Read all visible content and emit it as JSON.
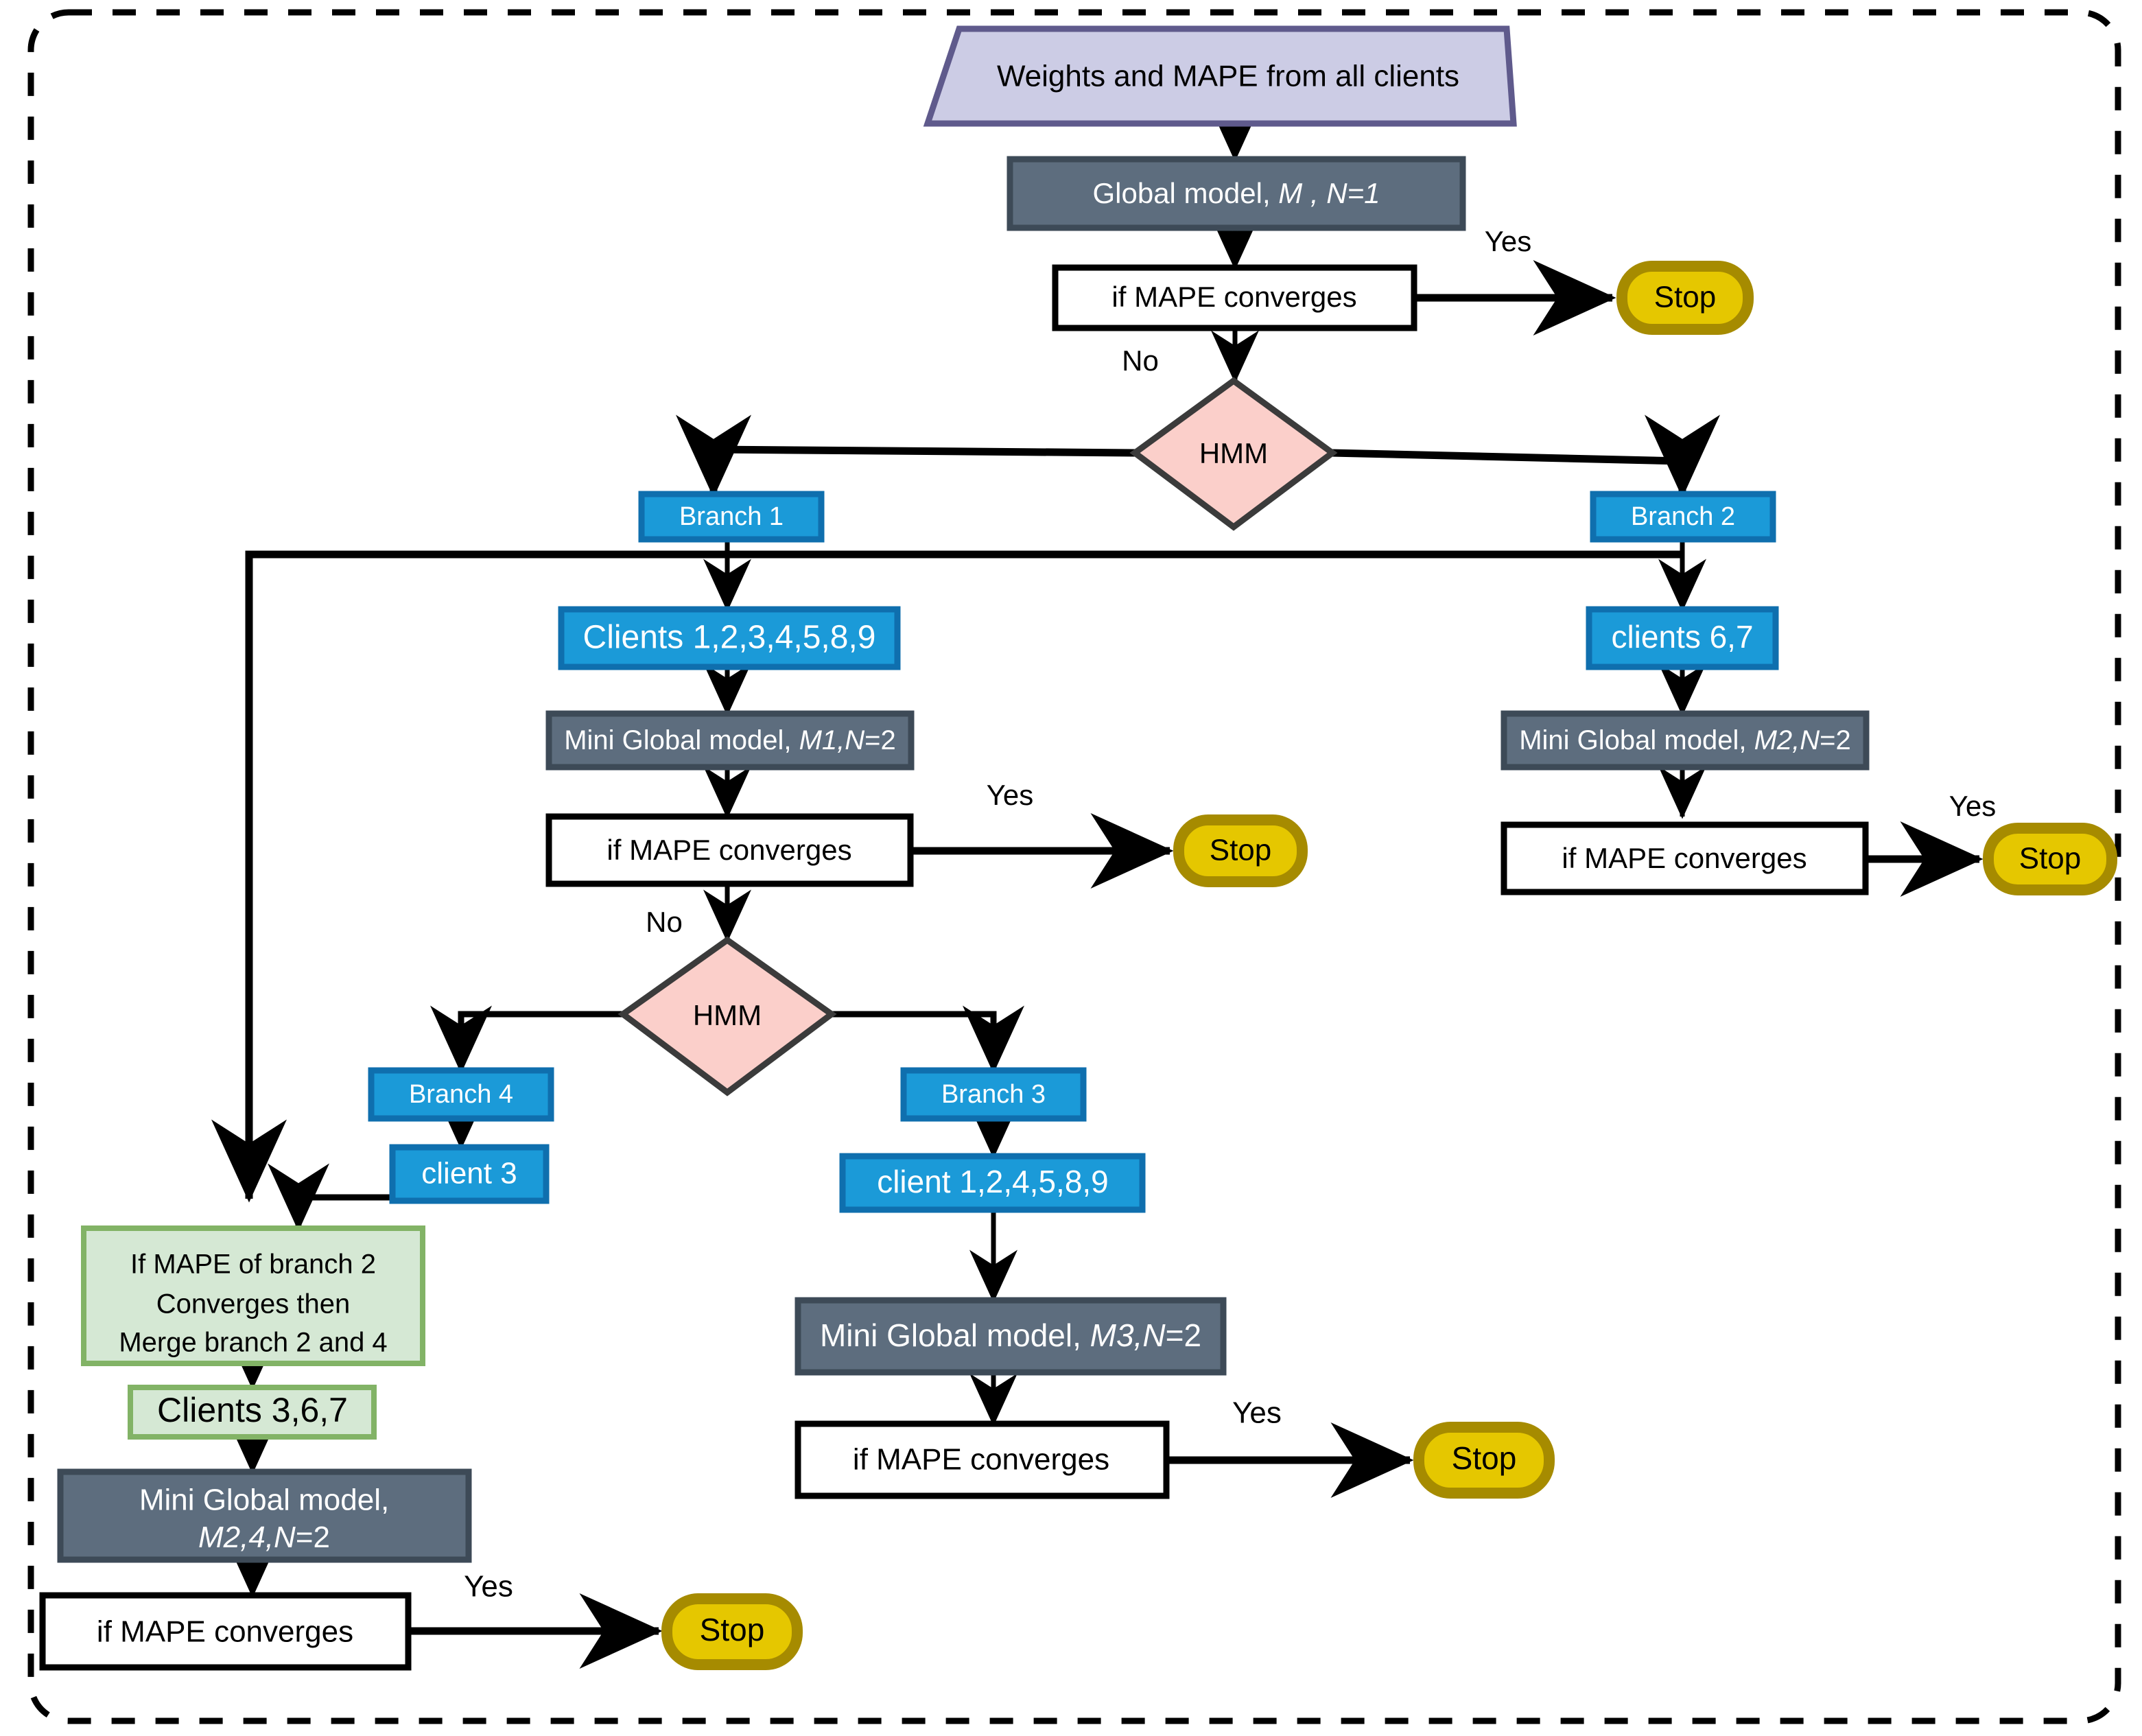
{
  "diagram": {
    "title": "Federated learning HMM branching flowchart",
    "border": {
      "style": "dashed",
      "color": "#000000"
    },
    "palette": {
      "parallelogram_fill": "#CCCCE5",
      "parallelogram_stroke": "#5F5A8C",
      "grey_fill": "#5D6D7E",
      "grey_stroke": "#3D4A57",
      "blue_fill": "#1B9AD8",
      "blue_stroke": "#0F6FAE",
      "pink_fill": "#FBCFCA",
      "pink_stroke": "#3B3B3B",
      "green_fill": "#D5E8D4",
      "green_stroke": "#82B366",
      "stop_fill": "#E5C700",
      "stop_stroke": "#A68B00",
      "white_fill": "#FFFFFF",
      "line_color": "#000000",
      "text_light": "#FFFFFF",
      "text_dark": "#000000"
    },
    "nodes": {
      "input_weights": "Weights and MAPE  from all clients",
      "global_model": "Global model, ",
      "global_model_italic": "M , N=1",
      "decision_1": "if MAPE converges",
      "stop_1": "Stop",
      "hmm_1": "HMM",
      "branch_1": "Branch 1",
      "branch_2": "Branch 2",
      "clients_b1": "Clients 1,2,3,4,5,8,9",
      "clients_b2": "clients 6,7",
      "mini_global_m1": "Mini Global model, ",
      "mini_global_m1_italic": "M1,N",
      "mini_global_m1_tail": "=2",
      "mini_global_m2": "Mini Global model, ",
      "mini_global_m2_italic": "M2,N",
      "mini_global_m2_tail": "=2",
      "decision_b1": "if MAPE converges",
      "decision_b2": "if MAPE converges",
      "stop_b1": "Stop",
      "stop_b2": "Stop",
      "hmm_2": "HMM",
      "branch_4": "Branch 4",
      "branch_3": "Branch 3",
      "client_3": "client 3",
      "clients_b3": "client 1,2,4,5,8,9",
      "merge_line1": "If MAPE of branch 2",
      "merge_line2": "Converges then",
      "merge_line3": "Merge branch 2 and 4",
      "clients_367": "Clients 3,6,7",
      "mini_global_m24_line1": "Mini Global model,",
      "mini_global_m24_line2_italic": "M2,4,N",
      "mini_global_m24_line2_tail": "=2",
      "mini_global_m3": "Mini Global model, ",
      "mini_global_m3_italic": "M3,N",
      "mini_global_m3_tail": "=2",
      "decision_b3": "if MAPE converges",
      "stop_b3": "Stop",
      "decision_b24": "if MAPE converges",
      "stop_b24": "Stop"
    },
    "edge_labels": {
      "yes_1": "Yes",
      "no_1": "No",
      "yes_b1": "Yes",
      "yes_b2": "Yes",
      "no_b1": "No",
      "yes_b3": "Yes",
      "yes_b24": "Yes"
    }
  }
}
